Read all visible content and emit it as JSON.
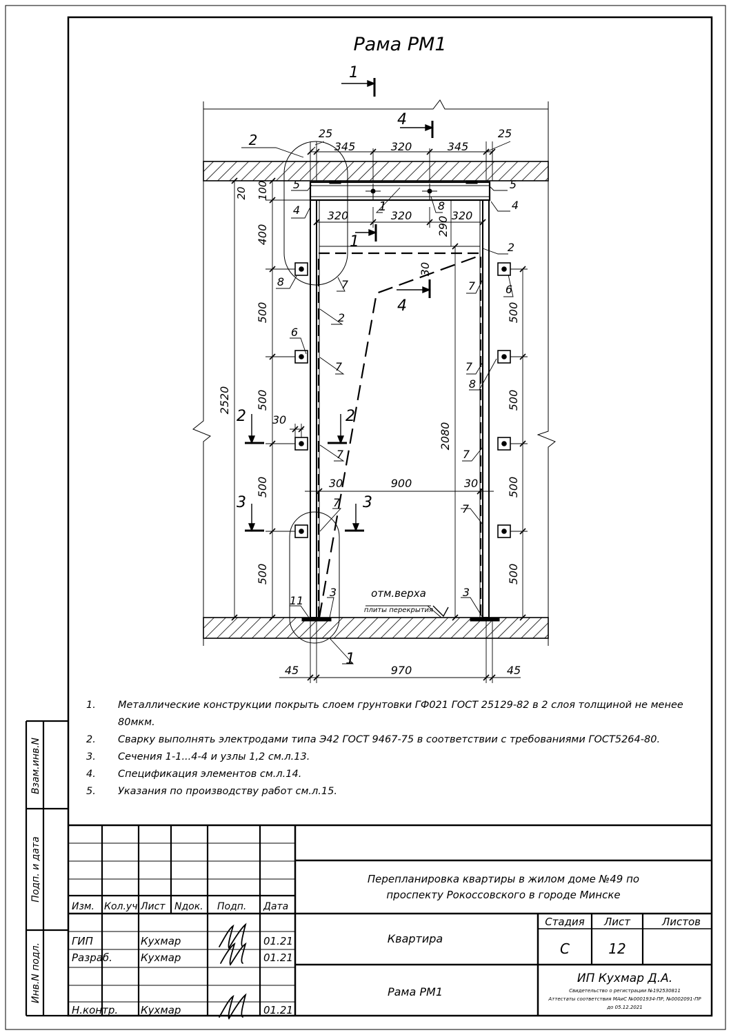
{
  "drawing": {
    "title": "Рама РМ1",
    "dimensions": {
      "top_25_left": "25",
      "top_345_left": "345",
      "top_320": "320",
      "top_345_right": "345",
      "top_25_right": "25",
      "inner_320_a": "320",
      "inner_320_b": "320",
      "inner_320_c": "320",
      "d_290": "290",
      "d_30_top": "30",
      "d_100": "100",
      "d_20": "20",
      "d_400": "400",
      "left_500_1": "500",
      "left_500_2": "500",
      "left_500_3": "500",
      "left_500_4": "500",
      "right_500_1": "500",
      "right_500_2": "500",
      "right_500_3": "500",
      "right_500_4": "500",
      "total_height": "2520",
      "opening_height": "2080",
      "d_30_left": "30",
      "d_30_a": "30",
      "d_900": "900",
      "d_30_b": "30",
      "bottom_45_left": "45",
      "bottom_970": "970",
      "bottom_45_right": "45"
    },
    "sections": {
      "s1_top": "1",
      "s1_mid": "1",
      "s1_mid2": "1",
      "s4_top": "4",
      "s4_mid": "4",
      "s2_left": "2",
      "s2_right": "2",
      "s3_left": "3",
      "s3_right": "3"
    },
    "callouts": {
      "c2_top": "2",
      "c5_left": "5",
      "c4_left": "4",
      "c5_right": "5",
      "c4_right": "4",
      "c8_top": "8",
      "c8_left": "8",
      "c7_a": "7",
      "c2_right": "2",
      "c6_right": "6",
      "c7_b": "7",
      "c2_mid": "2",
      "c6_left": "6",
      "c7_c": "7",
      "c7_d": "7",
      "c8_right": "8",
      "c7_e": "7",
      "c7_f": "7",
      "c7_g": "7",
      "c7_h": "7",
      "c11": "11",
      "c3_left": "3",
      "c3_right": "3",
      "c1_bottom": "1"
    },
    "level_mark": {
      "label": "отм.верха",
      "sublabel": "плиты перекрытия"
    }
  },
  "notes": [
    {
      "num": "1.",
      "text": "Металлические конструкции покрыть слоем грунтовки ГФ021 ГОСТ 25129-82 в 2 слоя толщиной не менее 80мкм."
    },
    {
      "num": "2.",
      "text": "Сварку выполнять электродами типа Э42 ГОСТ 9467-75 в соответствии с требованиями ГОСТ5264-80."
    },
    {
      "num": "3.",
      "text": "Сечения 1-1...4-4 и узлы 1,2 см.л.13."
    },
    {
      "num": "4.",
      "text": "Спецификация элементов см.л.14."
    },
    {
      "num": "5.",
      "text": "Указания по производству работ см.л.15."
    }
  ],
  "side_stamp": {
    "vzam": "Взам.инв.N",
    "podp": "Подп. и дата",
    "inv": "Инв.N подл."
  },
  "title_block": {
    "headers": {
      "izm": "Изм.",
      "kol": "Кол.уч.",
      "list": "Лист",
      "ndok": "Nдок.",
      "podp": "Подп.",
      "data": "Дата"
    },
    "rows": [
      {
        "role": "ГИП",
        "name": "Кухмар",
        "date": "01.21"
      },
      {
        "role": "Разраб.",
        "name": "Кухмар",
        "date": "01.21"
      },
      {
        "role": "Н.контр.",
        "name": "Кухмар",
        "date": "01.21"
      }
    ],
    "project_line1": "Перепланировка квартиры в жилом доме №49 по",
    "project_line2": "проспекту Рокоссовского в городе Минске",
    "section": "Квартира",
    "sheet_title": "Рама РМ1",
    "stage_label": "Стадия",
    "list_label": "Лист",
    "lists_label": "Листов",
    "stage": "С",
    "sheet": "12",
    "sheets": "",
    "company": "ИП Кухмар Д.А.",
    "cert1": "Свидетельство о регистрации №192530811",
    "cert2": "Аттестаты соответствия МАиС №0001934-ПР, №0002091-ПР",
    "cert3": "до 05.12.2021"
  }
}
